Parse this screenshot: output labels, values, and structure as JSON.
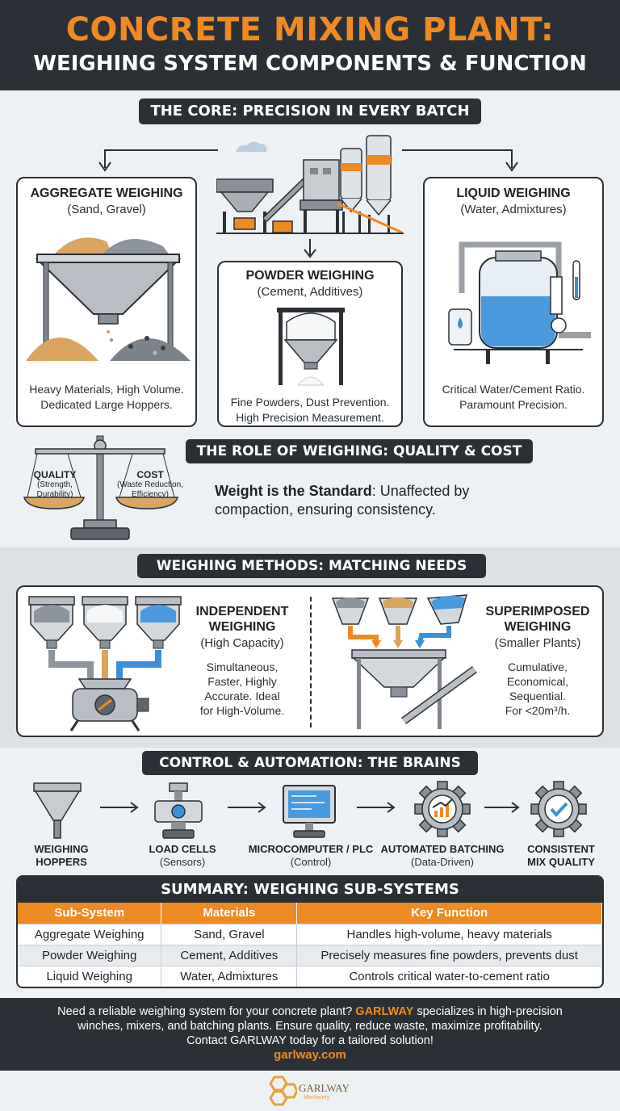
{
  "header": {
    "title": "CONCRETE MIXING PLANT:",
    "subtitle": "WEIGHING SYSTEM COMPONENTS & FUNCTION"
  },
  "core": {
    "heading": "THE CORE: PRECISION IN EVERY BATCH",
    "aggregate": {
      "title": "AGGREGATE WEIGHING",
      "subtitle": "(Sand, Gravel)",
      "desc1": "Heavy Materials, High Volume.",
      "desc2": "Dedicated Large Hoppers."
    },
    "powder": {
      "title": "POWDER WEIGHING",
      "subtitle": "(Cement, Additives)",
      "desc1": "Fine Powders, Dust Prevention.",
      "desc2": "High Precision Measurement."
    },
    "liquid": {
      "title": "LIQUID WEIGHING",
      "subtitle": "(Water, Admixtures)",
      "desc1": "Critical Water/Cement Ratio.",
      "desc2": "Paramount Precision."
    }
  },
  "role": {
    "heading": "THE ROLE OF WEIGHING: QUALITY & COST",
    "quality_label": "QUALITY",
    "quality_sub1": "(Strength,",
    "quality_sub2": "Durability)",
    "cost_label": "COST",
    "cost_sub1": "(Waste Reduction,",
    "cost_sub2": "Efficiency)",
    "statement_bold": "Weight is the Standard",
    "statement_rest": ": Unaffected by",
    "statement_line2": "compaction, ensuring consistency."
  },
  "methods": {
    "heading": "WEIGHING METHODS: MATCHING NEEDS",
    "independent": {
      "title1": "INDEPENDENT",
      "title2": "WEIGHING",
      "subtitle": "(High Capacity)",
      "d1": "Simultaneous,",
      "d2": "Faster, Highly",
      "d3": "Accurate. Ideal",
      "d4": "for High-Volume."
    },
    "superimposed": {
      "title1": "SUPERIMPOSED",
      "title2": "WEIGHING",
      "subtitle": "(Smaller Plants)",
      "d1": "Cumulative,",
      "d2": "Economical,",
      "d3": "Sequential.",
      "d4": "For <20m³/h."
    }
  },
  "control": {
    "heading": "CONTROL & AUTOMATION: THE BRAINS",
    "s1_l1": "WEIGHING",
    "s1_l2": "HOPPERS",
    "s2_l1": "LOAD CELLS",
    "s2_l2": "(Sensors)",
    "s3_l1": "MICROCOMPUTER / PLC",
    "s3_l2": "(Control)",
    "s4_l1": "AUTOMATED BATCHING",
    "s4_l2": "(Data-Driven)",
    "s5_l1": "CONSISTENT",
    "s5_l2": "MIX QUALITY"
  },
  "summary": {
    "heading": "SUMMARY: WEIGHING SUB-SYSTEMS",
    "col1": "Sub-System",
    "col2": "Materials",
    "col3": "Key Function",
    "rows": [
      {
        "sub": "Aggregate Weighing",
        "mat": "Sand, Gravel",
        "fn": "Handles high-volume, heavy materials"
      },
      {
        "sub": "Powder Weighing",
        "mat": "Cement, Additives",
        "fn": "Precisely measures fine powders, prevents dust"
      },
      {
        "sub": "Liquid Weighing",
        "mat": "Water, Admixtures",
        "fn": "Controls critical water-to-cement ratio"
      }
    ]
  },
  "footer": {
    "line1_pre": "Need a reliable weighing system for your concrete plant?",
    "brand": "GARLWAY",
    "line1_post": "specializes in high-precision",
    "line2": "winches, mixers, and batching plants. Ensure quality, reduce waste, maximize profitability.",
    "line3": "Contact GARLWAY today for a tailored solution!",
    "url": "garlway.com"
  },
  "logo": {
    "name": "GARLWAY",
    "tag": "Machinery"
  },
  "colors": {
    "accent": "#ef8a22",
    "dark": "#2b3036",
    "water": "#3b8fd8",
    "sand": "#d9a560"
  }
}
